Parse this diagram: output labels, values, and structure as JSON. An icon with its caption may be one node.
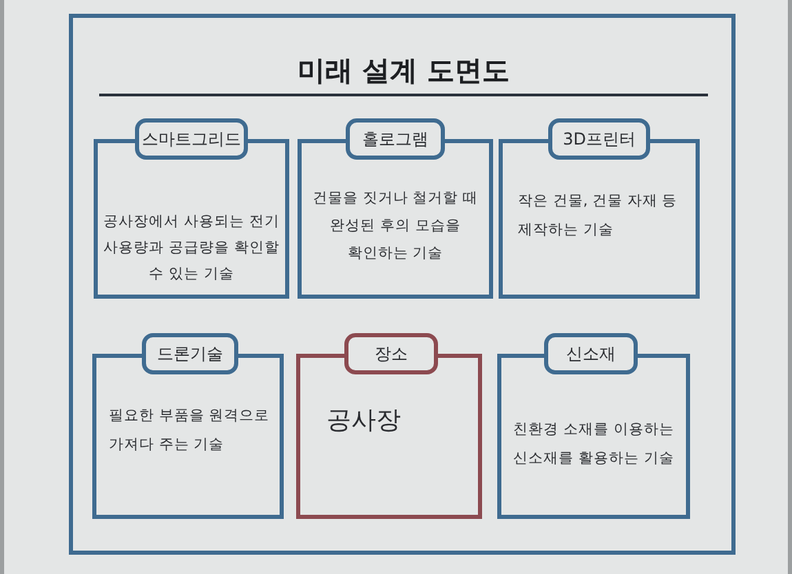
{
  "diagram": {
    "title": "미래 설계 도면도",
    "nodes": [
      {
        "text": [
          "스마트그리드",
          "공사장에서 사용되는 전기 사용량과 공급량을 확인할 수 있는 기술"
        ]
      },
      {
        "text": [
          "홀로그램",
          "건물을 짓거나 철거할 때 완성된 후의 모습을 확인하는 기술"
        ]
      },
      {
        "text": [
          "3D프린터",
          "작은 건물, 건물 자재 등 제작하는 기술"
        ]
      },
      {
        "text": [
          "드론기술",
          "필요한 부품을 원격으로 가져다 주는 기술"
        ]
      },
      {
        "text": [
          "장소",
          "공사장"
        ]
      },
      {
        "text": [
          "신소재",
          "친환경 소재를 이용하는 신소재를 활용하는 기술"
        ]
      }
    ]
  }
}
